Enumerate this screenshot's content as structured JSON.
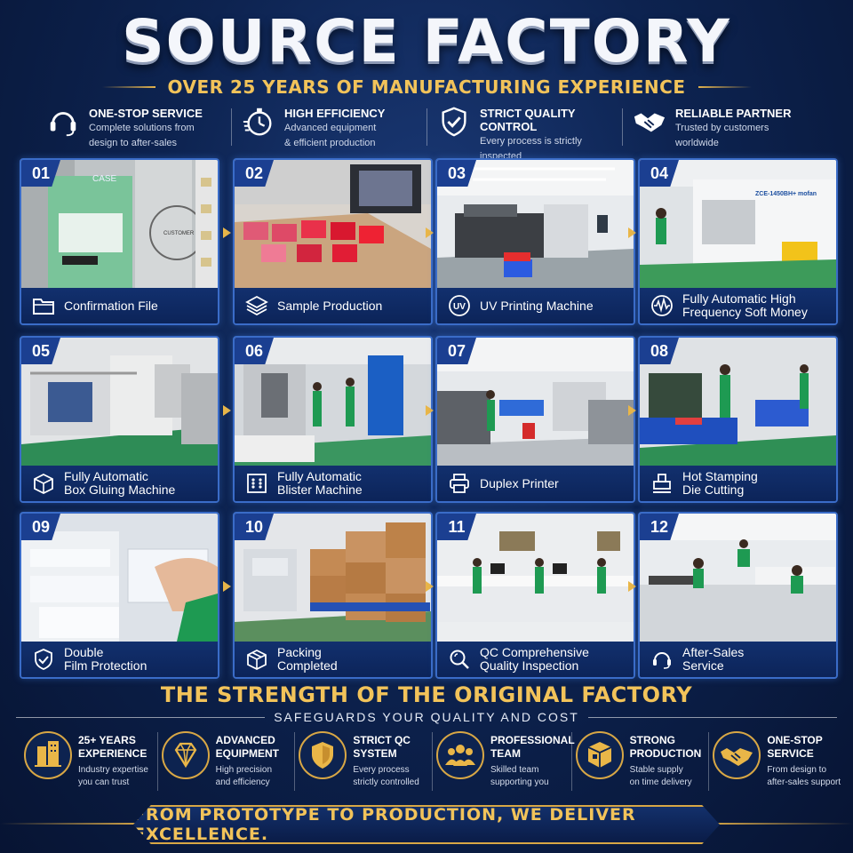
{
  "header": {
    "title": "SOURCE FACTORY",
    "subtitle": "OVER 25 YEARS OF MANUFACTURING EXPERIENCE"
  },
  "features": [
    {
      "title": "ONE-STOP SERVICE",
      "desc1": "Complete solutions from",
      "desc2": "design to after-sales",
      "icon": "headset-icon"
    },
    {
      "title": "HIGH EFFICIENCY",
      "desc1": "Advanced equipment",
      "desc2": "& efficient production",
      "icon": "stopwatch-icon"
    },
    {
      "title": "STRICT QUALITY CONTROL",
      "desc1": "Every process is strictly",
      "desc2": "inspected",
      "icon": "shield-check-icon"
    },
    {
      "title": "RELIABLE PARTNER",
      "desc1": "Trusted by customers",
      "desc2": "worldwide",
      "icon": "handshake-icon"
    }
  ],
  "steps": [
    {
      "num": "01",
      "label": "Confirmation File",
      "icon": "folder-icon"
    },
    {
      "num": "02",
      "label": "Sample Production",
      "icon": "layers-icon"
    },
    {
      "num": "03",
      "label": "UV Printing Machine",
      "icon": "uv-icon"
    },
    {
      "num": "04",
      "label": "Fully Automatic High\nFrequency Soft Money",
      "icon": "waveform-icon"
    },
    {
      "num": "05",
      "label": "Fully Automatic\nBox Gluing Machine",
      "icon": "box-icon"
    },
    {
      "num": "06",
      "label": "Fully Automatic\nBlister Machine",
      "icon": "blister-grid-icon"
    },
    {
      "num": "07",
      "label": "Duplex Printer",
      "icon": "printer-icon"
    },
    {
      "num": "08",
      "label": "Hot Stamping\nDie Cutting",
      "icon": "stamping-icon"
    },
    {
      "num": "09",
      "label": "Double\nFilm Protection",
      "icon": "shield-check-icon"
    },
    {
      "num": "10",
      "label": "Packing\nCompleted",
      "icon": "package-icon"
    },
    {
      "num": "11",
      "label": "QC Comprehensive\nQuality Inspection",
      "icon": "magnifier-icon"
    },
    {
      "num": "12",
      "label": "After-Sales\nService",
      "icon": "headset-icon"
    }
  ],
  "photo_texts": {
    "step01_case": "CASE",
    "step01_customer": "CUSTOMER",
    "step04_machine": "ZCE-1450BH+ mofan"
  },
  "strength": {
    "title": "THE STRENGTH OF THE ORIGINAL FACTORY",
    "subtitle": "SAFEGUARDS YOUR QUALITY AND COST",
    "items": [
      {
        "title": "25+ YEARS\nEXPERIENCE",
        "desc": "Industry expertise\nyou can trust",
        "icon": "factory-building-icon"
      },
      {
        "title": "ADVANCED\nEQUIPMENT",
        "desc": "High precision\nand efficiency",
        "icon": "diamond-icon"
      },
      {
        "title": "STRICT QC\nSYSTEM",
        "desc": "Every process\nstrictly controlled",
        "icon": "shield-icon"
      },
      {
        "title": "PROFESSIONAL\nTEAM",
        "desc": "Skilled team\nsupporting you",
        "icon": "team-icon"
      },
      {
        "title": "STRONG\nPRODUCTION",
        "desc": "Stable supply\non time delivery",
        "icon": "production-box-icon"
      },
      {
        "title": "ONE-STOP\nSERVICE",
        "desc": "From design to\nafter-sales support",
        "icon": "handshake-icon"
      }
    ]
  },
  "banner": {
    "text": "FROM PROTOTYPE TO PRODUCTION, WE DELIVER EXCELLENCE."
  },
  "colors": {
    "gold": "#f2c35a",
    "navy": "#0d2350",
    "card_border": "#3a6cc8"
  }
}
